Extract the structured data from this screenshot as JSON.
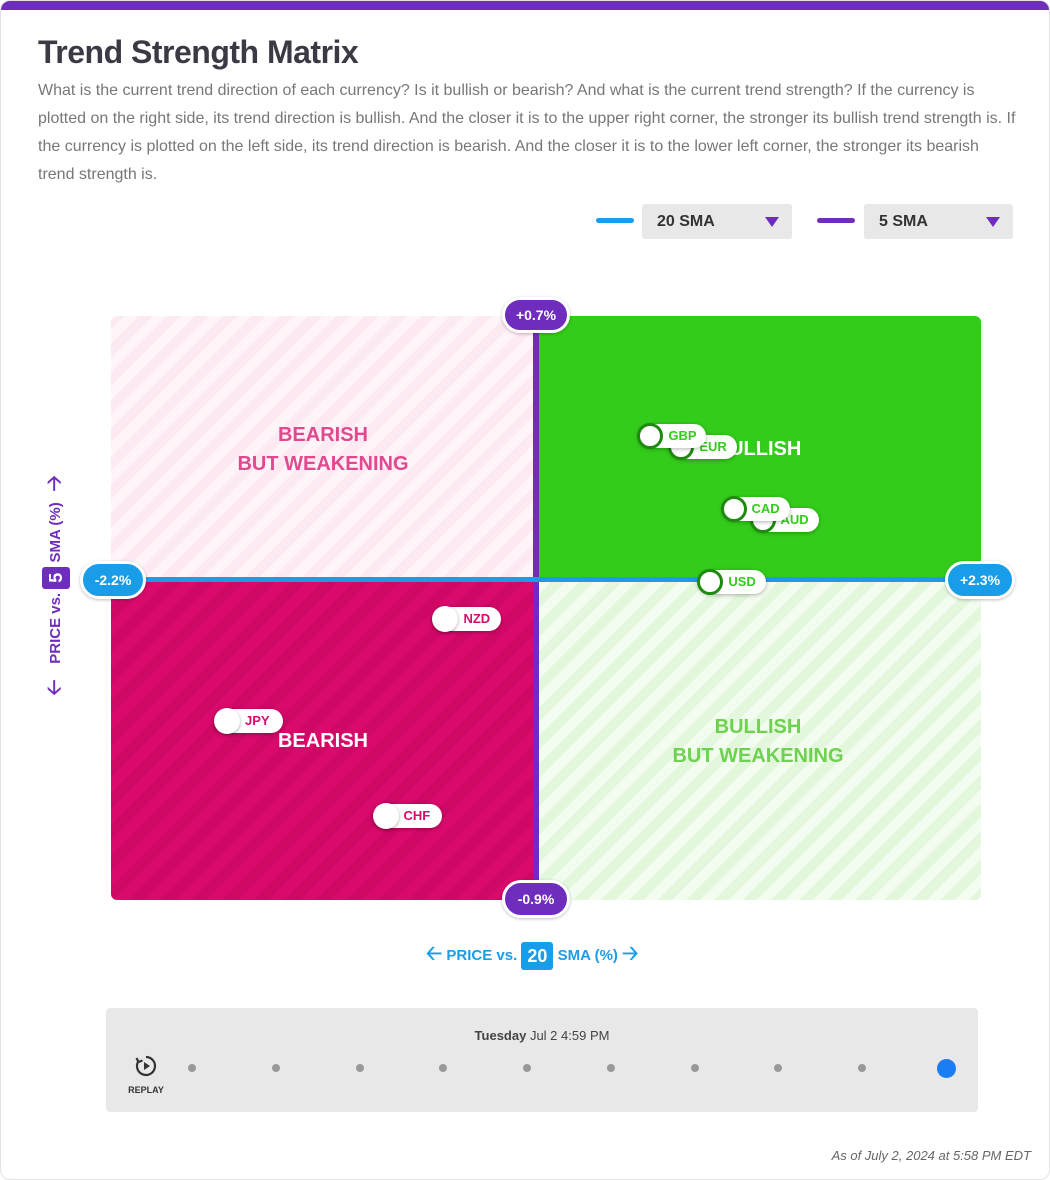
{
  "page": {
    "title": "Trend Strength Matrix",
    "description": "What is the current trend direction of each currency? Is it bullish or bearish? And what is the current trend strength? If the currency is plotted on the right side, its trend direction is bullish. And the closer it is to the upper right corner, the stronger its bullish trend strength is. If the currency is plotted on the left side, its trend direction is bearish. And the closer it is to the lower left corner, the stronger its bearish trend strength is.",
    "as_of": "As of July 2, 2024 at 5:58 PM EDT"
  },
  "controls": {
    "x_select": {
      "value": "20 SMA",
      "color": "#1a9de8"
    },
    "y_select": {
      "value": "5 SMA",
      "color": "#6f2dbd"
    }
  },
  "axes": {
    "y_label_prefix": "PRICE vs.",
    "y_label_num": "5",
    "y_label_suffix": "SMA (%)",
    "x_label_prefix": "PRICE vs.",
    "x_label_num": "20",
    "x_label_suffix": "SMA (%)",
    "y_max_label": "+0.7%",
    "y_min_label": "-0.9%",
    "x_min_label": "-2.2%",
    "x_max_label": "+2.3%"
  },
  "quadrants": {
    "top_left": "BEARISH\nBUT WEAKENING",
    "top_right": "BULLISH",
    "bottom_left": "BEARISH",
    "bottom_right": "BULLISH\nBUT WEAKENING"
  },
  "colors": {
    "bullish": "#33cc1a",
    "bearish": "#d90a6c",
    "bullish_weak_text": "#6fd150",
    "bearish_weak_text": "#e0498f",
    "bullish_dot": "#1f8a10",
    "x_axis": "#1a9de8",
    "y_axis": "#6f2dbd"
  },
  "chart_data": {
    "type": "scatter",
    "xlabel": "PRICE vs. 20 SMA (%)",
    "ylabel": "PRICE vs. 5 SMA (%)",
    "xlim": [
      -2.2,
      2.3
    ],
    "ylim": [
      -0.9,
      0.7
    ],
    "points": [
      {
        "label": "GBP",
        "x": 0.59,
        "y": 0.37
      },
      {
        "label": "EUR",
        "x": 0.75,
        "y": 0.34
      },
      {
        "label": "CAD",
        "x": 1.02,
        "y": 0.17
      },
      {
        "label": "AUD",
        "x": 1.17,
        "y": 0.14
      },
      {
        "label": "USD",
        "x": 0.9,
        "y": -0.03
      },
      {
        "label": "NZD",
        "x": -0.47,
        "y": -0.13
      },
      {
        "label": "JPY",
        "x": -1.6,
        "y": -0.41
      },
      {
        "label": "CHF",
        "x": -0.78,
        "y": -0.67
      }
    ]
  },
  "timeline": {
    "day": "Tuesday",
    "datetime": "Jul 2 4:59 PM",
    "replay_label": "REPLAY",
    "steps": 10,
    "active_step": 9
  }
}
